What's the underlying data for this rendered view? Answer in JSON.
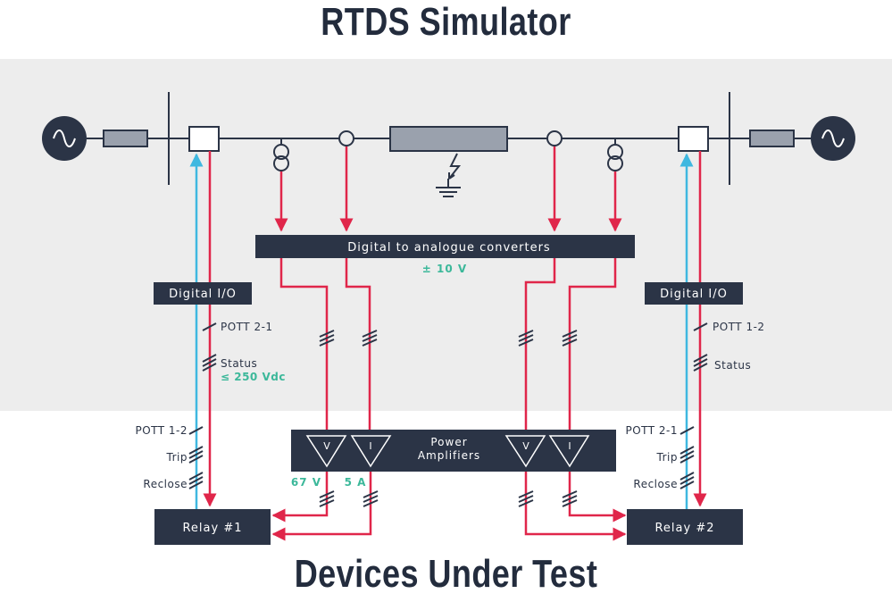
{
  "header": {
    "title": "RTDS Simulator"
  },
  "footer": {
    "title": "Devices Under Test"
  },
  "dac": {
    "label": "Digital to analogue converters",
    "range": "± 10 V"
  },
  "digital_io_left": {
    "label": "Digital I/O",
    "potts": "POTT 2-1",
    "status": "Status",
    "voltage": "≤ 250 Vdc"
  },
  "digital_io_right": {
    "label": "Digital I/O",
    "potts": "POTT 1-2",
    "status": "Status"
  },
  "amplifiers": {
    "line1": "Power",
    "line2": "Amplifiers",
    "v_symbol": "V",
    "i_symbol": "I",
    "v_rating": "67 V",
    "i_rating": "5 A"
  },
  "relay_left": {
    "label": "Relay #1",
    "pott_in": "POTT 1-2",
    "trip": "Trip",
    "reclose": "Reclose"
  },
  "relay_right": {
    "label": "Relay #2",
    "pott_in": "POTT 2-1",
    "trip": "Trip",
    "reclose": "Reclose"
  },
  "colors": {
    "dark": "#2b3446",
    "red": "#e0264a",
    "blue": "#3fb8e0",
    "teal": "#3cb89a",
    "line": "#2b3446",
    "grey_block": "#9aa1ad"
  }
}
